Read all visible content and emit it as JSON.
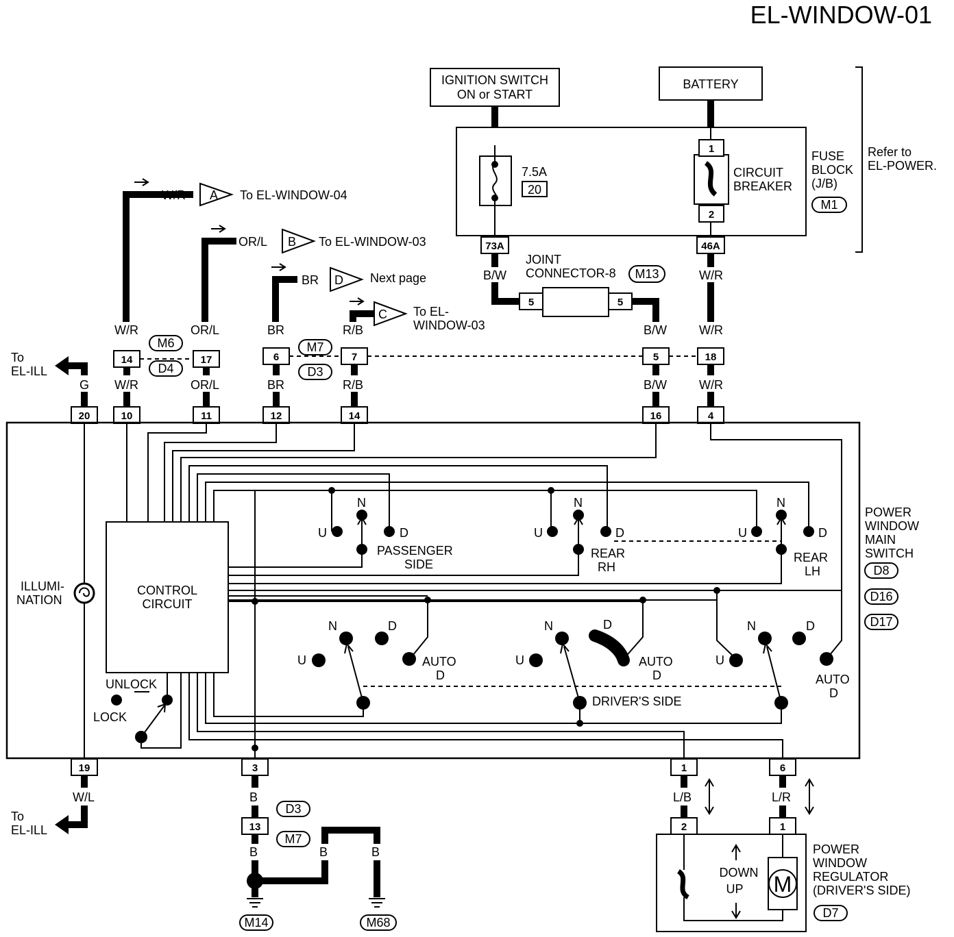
{
  "title": "EL-WINDOW-01",
  "sources": {
    "ignition": [
      "IGNITION SWITCH",
      "ON or START"
    ],
    "battery": "BATTERY"
  },
  "fuse_block": {
    "fuse_rating": "7.5A",
    "fuse_no": "20",
    "breaker_label": [
      "CIRCUIT",
      "BREAKER"
    ],
    "breaker_pin_top": "1",
    "breaker_pin_bottom": "2",
    "label": [
      "FUSE",
      "BLOCK",
      "(J/B)"
    ],
    "connector": "M1",
    "refer": [
      "Refer to",
      "EL-POWER."
    ],
    "pin_73a": "73A",
    "pin_46a": "46A"
  },
  "joint": {
    "label": [
      "JOINT",
      "CONNECTOR-8"
    ],
    "connector": "M13",
    "pin": "5"
  },
  "wires": {
    "bw": "B/W",
    "wr": "W/R",
    "orl": "OR/L",
    "br": "BR",
    "rb": "R/B",
    "g": "G",
    "wl": "W/L",
    "b": "B",
    "lb": "L/B",
    "lr": "L/R"
  },
  "off_page": [
    {
      "letter": "A",
      "text": "To EL-WINDOW-04"
    },
    {
      "letter": "B",
      "text": "To EL-WINDOW-03"
    },
    {
      "letter": "D",
      "text": "Next page"
    },
    {
      "letter": "C",
      "text": "To EL-",
      "text2": "WINDOW-03"
    }
  ],
  "to_ill": [
    "To",
    "EL-ILL"
  ],
  "connectors": {
    "m6": "M6",
    "d4": "D4",
    "m7": "M7",
    "d3": "D3",
    "d8": "D8",
    "d16": "D16",
    "d17": "D17",
    "m14": "M14",
    "m68": "M68",
    "d7": "D7"
  },
  "pins_row1": [
    "14",
    "17",
    "6",
    "7",
    "5",
    "18"
  ],
  "pins_row2": [
    "20",
    "10",
    "11",
    "12",
    "14",
    "16",
    "4"
  ],
  "pins_bottom": [
    "19",
    "3",
    "1",
    "6"
  ],
  "pin_13": "13",
  "reg_pins": [
    "2",
    "1"
  ],
  "main_switch": {
    "label": [
      "POWER",
      "WINDOW",
      "MAIN",
      "SWITCH"
    ],
    "illumination": [
      "ILLUMI-",
      "NATION"
    ],
    "control": [
      "CONTROL",
      "CIRCUIT"
    ],
    "unlock": "UNLOCK",
    "lock": "LOCK",
    "u": "U",
    "n": "N",
    "d": "D",
    "auto": "AUTO",
    "passenger": [
      "PASSENGER",
      "SIDE"
    ],
    "rear_rh": [
      "REAR",
      "RH"
    ],
    "rear_lh": [
      "REAR",
      "LH"
    ],
    "drivers_side": "DRIVER'S SIDE"
  },
  "regulator": {
    "label": [
      "POWER",
      "WINDOW",
      "REGULATOR",
      "(DRIVER'S SIDE)"
    ],
    "down": "DOWN",
    "up": "UP",
    "motor": "M"
  }
}
